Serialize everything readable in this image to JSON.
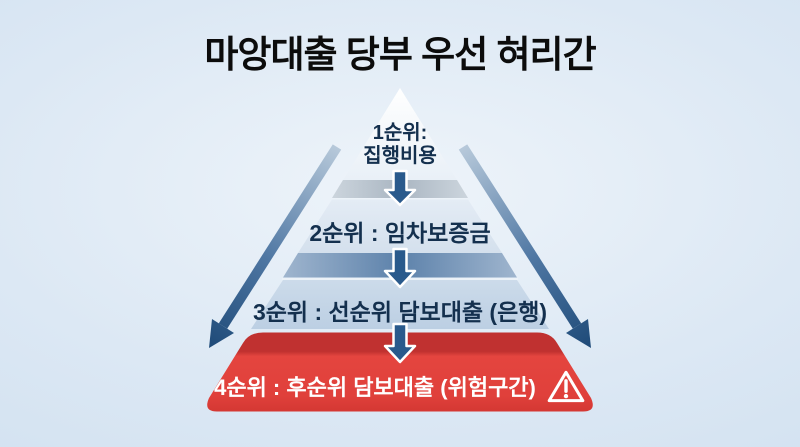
{
  "title": "마앙대출 당부 우선 혀리간",
  "pyramid": {
    "type": "pyramid-hierarchy",
    "levels": [
      {
        "rank": 1,
        "lines": [
          "1순위:",
          "집행비용"
        ]
      },
      {
        "rank": 2,
        "lines": [
          "2순위 : 임차보증금"
        ]
      },
      {
        "rank": 3,
        "lines": [
          "3순위 : 선순위 담보대출 (은행)"
        ]
      },
      {
        "rank": 4,
        "lines": [
          "4순위 : 후순위 담보대출 (위험구간)"
        ],
        "icon": "warning-triangle"
      }
    ]
  },
  "colors": {
    "background_center": "#eef4fa",
    "background_edge": "#cadcee",
    "title_text": "#0c0c0c",
    "level_text_navy": "#14304e",
    "level4_text": "#ffffff",
    "level1_face": "#f8fbfd",
    "level2_face": "#dce6f1",
    "level3_face": "#c4d5e7",
    "level4_face_red": "#e2423d",
    "level4_bevel_red": "#c03130",
    "bevel_gray": "#aab6c2",
    "bevel_steel": "#5d82ab",
    "down_arrow_navy": "#2a5a8c",
    "side_arrow_light": "#b7c9da",
    "side_arrow_dark": "#1e4a78",
    "warning_icon_stroke": "#ffffff"
  }
}
